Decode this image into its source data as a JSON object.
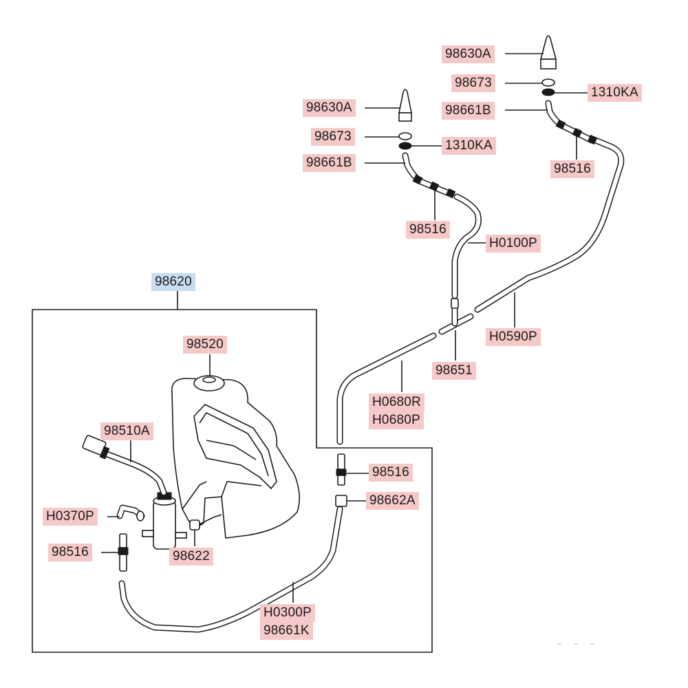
{
  "assembly": {
    "part_no": "98620"
  },
  "callouts": [
    {
      "key": "nozzle_right",
      "part_no": "98630A"
    },
    {
      "key": "packing_right",
      "part_no": "98673"
    },
    {
      "key": "nut_right",
      "part_no": "1310KA"
    },
    {
      "key": "elbow_right",
      "part_no": "98661B"
    },
    {
      "key": "joint_right",
      "part_no": "98516"
    },
    {
      "key": "nozzle_left",
      "part_no": "98630A"
    },
    {
      "key": "packing_left",
      "part_no": "98673"
    },
    {
      "key": "nut_left",
      "part_no": "1310KA"
    },
    {
      "key": "elbow_left",
      "part_no": "98661B"
    },
    {
      "key": "joint_left",
      "part_no": "98516"
    },
    {
      "key": "hose_left_nozzle",
      "part_no": "H0100P"
    },
    {
      "key": "hose_right_nozzle",
      "part_no": "H0590P"
    },
    {
      "key": "tee_connector",
      "part_no": "98651"
    },
    {
      "key": "hose_main_r",
      "part_no": "H0680R"
    },
    {
      "key": "hose_main_p",
      "part_no": "H0680P"
    },
    {
      "key": "reservoir_cap",
      "part_no": "98520"
    },
    {
      "key": "pump_harness",
      "part_no": "98510A"
    },
    {
      "key": "joint_upper",
      "part_no": "98516"
    },
    {
      "key": "clip_hose",
      "part_no": "98662A"
    },
    {
      "key": "hose_pump",
      "part_no": "H0370P"
    },
    {
      "key": "joint_pump",
      "part_no": "98516"
    },
    {
      "key": "washer_pump",
      "part_no": "98622"
    },
    {
      "key": "hose_lower_p",
      "part_no": "H0300P"
    },
    {
      "key": "hose_lower_k",
      "part_no": "98661K"
    }
  ]
}
